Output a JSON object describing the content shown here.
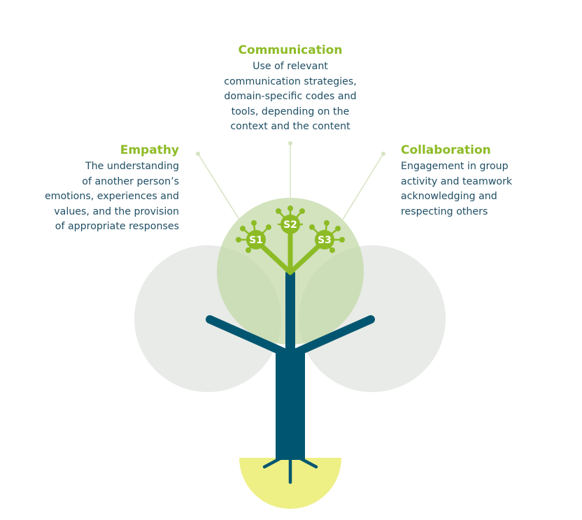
{
  "communication": {
    "title": "Communication",
    "lines": [
      "Use of relevant",
      "communication strategies,",
      "domain-specific codes and",
      "tools, depending on the",
      "context and the content"
    ]
  },
  "empathy": {
    "title": "Empathy",
    "lines": [
      "The understanding",
      "of another person’s",
      "emotions, experiences and",
      "values, and the provision",
      "of appropriate responses"
    ]
  },
  "collaboration": {
    "title": "Collaboration",
    "lines": [
      "Engagement in group",
      "activity and teamwork",
      "acknowledging and",
      "respecting others"
    ]
  },
  "nodes": {
    "s1": "S1",
    "s2": "S2",
    "s3": "S3"
  },
  "colors": {
    "trunk": "#005670",
    "accent_green": "#8dbb25",
    "canopy": "#c9ddb0",
    "side_circle": "#e6e9e4",
    "root_circle": "#eeef85",
    "text": "#1f4e64",
    "leader_line": "#d6e3c2"
  }
}
